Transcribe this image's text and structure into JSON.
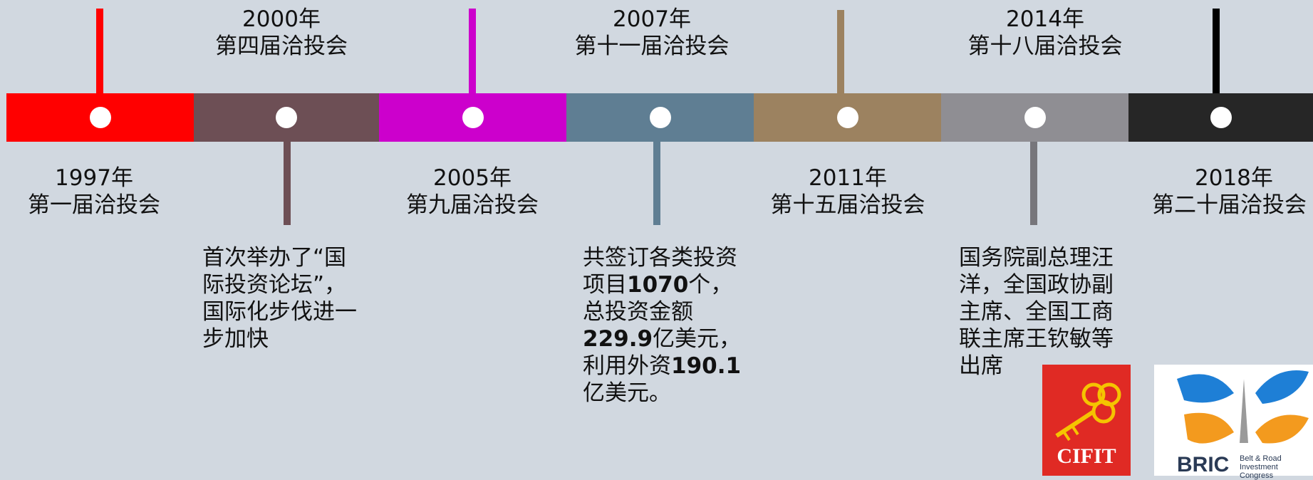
{
  "colors": {
    "background": "#d1d8e0",
    "segments": [
      "#ff0000",
      "#6d4f55",
      "#cc00cc",
      "#5f7e93",
      "#9c8260",
      "#8f8e93",
      "#262626"
    ],
    "stem_black": "#000000"
  },
  "timeline": {
    "above": [
      {
        "year": "2000年",
        "title": "第四届洽投会"
      },
      {
        "year": "2007年",
        "title": "第十一届洽投会"
      },
      {
        "year": "2014年",
        "title": "第十八届洽投会"
      }
    ],
    "below": [
      {
        "year": "1997年",
        "title": "第一届洽投会"
      },
      {
        "year": "2005年",
        "title": "第九届洽投会"
      },
      {
        "year": "2011年",
        "title": "第十五届洽投会"
      },
      {
        "year": "2018年",
        "title": "第二十届洽投会"
      }
    ],
    "notes": {
      "n2000": {
        "l1": "首次举办了“国",
        "l2": "际投资论坛”，",
        "l3": "国际化步伐进一",
        "l4": "步加快"
      },
      "n2007": {
        "l1": "共签订各类投资",
        "l2a": "项目",
        "l2b": "1070",
        "l2c": "个，",
        "l3": "总投资金额",
        "l4a": "229.9",
        "l4b": "亿美元，",
        "l5a": "利用外资",
        "l5b": "190.1",
        "l6": "亿美元。"
      },
      "n2014": {
        "l1": "国务院副总理汪",
        "l2": "洋，全国政协副",
        "l3": "主席、全国工商",
        "l4": "联主席王钦敏等",
        "l5": "出席"
      }
    }
  },
  "logos": {
    "cifit": {
      "text": "CIFIT"
    },
    "bric": {
      "word": "BRIC",
      "sub1": "Belt & Road",
      "sub2": "Investment Congress"
    }
  }
}
